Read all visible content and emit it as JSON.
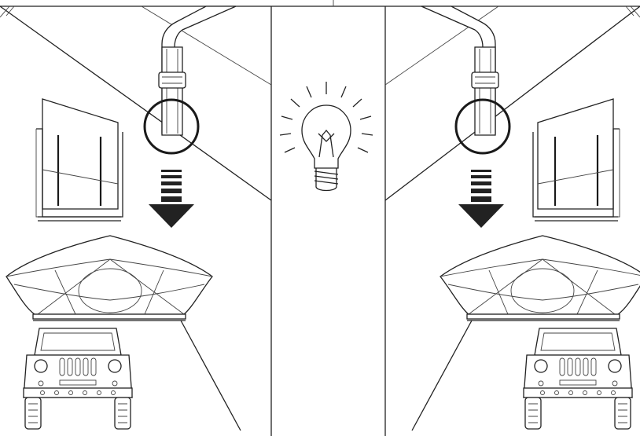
{
  "diagram": {
    "panels": [
      {
        "side": "left"
      },
      {
        "side": "center"
      },
      {
        "side": "right"
      }
    ],
    "icons": [
      "strap-buckle-icon",
      "magnifier-circle-icon",
      "arrow-down-icon",
      "lightbulb-idea-icon",
      "door-panel-icon",
      "rooftop-tent-icon",
      "jeep-vehicle-icon"
    ],
    "colors": {
      "line": "#222222",
      "arrow": "#222222",
      "background": "#ffffff"
    }
  }
}
